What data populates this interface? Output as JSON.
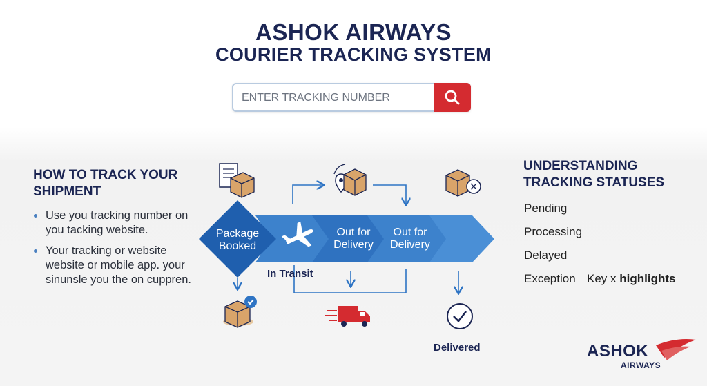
{
  "header": {
    "title": "ASHOK AIRWAYS",
    "subtitle": "COURIER TRACKING SYSTEM"
  },
  "search": {
    "placeholder": "ENTER TRACKING NUMBER",
    "value": ""
  },
  "how_to": {
    "heading_line1": "HOW TO TRACK YOUR",
    "heading_line2": "SHIPMENT",
    "bullets": [
      "Use you tracking number on you tacking website.",
      "Your tracking or website website or mobile app. your sinunsle you the on cuppren."
    ]
  },
  "flow": {
    "package_booked": "Package Booked",
    "in_transit": "In Transit",
    "out_for_delivery_1": "Out for Delivery",
    "out_for_delivery_2": "Out for Delivery",
    "delivered": "Delivered"
  },
  "statuses": {
    "heading_line1": "UNDERSTANDING",
    "heading_line2": "TRACKING STATUSES",
    "items": [
      "Pending",
      "Processing",
      "Delayed",
      "Exception"
    ],
    "key_prefix": "Key x",
    "key_bold": "highlights"
  },
  "logo": {
    "main": "ASHOK",
    "sub": "AIRWAYS"
  },
  "colors": {
    "navy": "#1b2553",
    "flow_blue": "#2e74c4",
    "accent_red": "#d42b30"
  }
}
